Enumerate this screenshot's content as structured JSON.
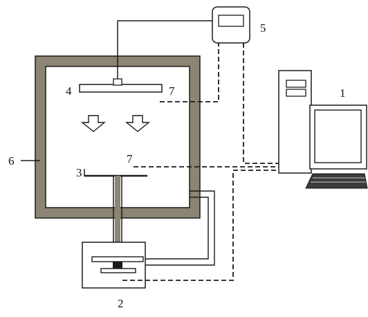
{
  "colors": {
    "wall": "#8c8573",
    "line": "#1a1a1a",
    "background": "#ffffff",
    "screen_dark": "#3a3a3a"
  },
  "labels": {
    "computer": "1",
    "motion_unit": "2",
    "lower_plate": "3",
    "upper_plate": "4",
    "controller": "5",
    "chamber_wall": "6",
    "sensor_upper": "7",
    "sensor_lower": "7"
  }
}
